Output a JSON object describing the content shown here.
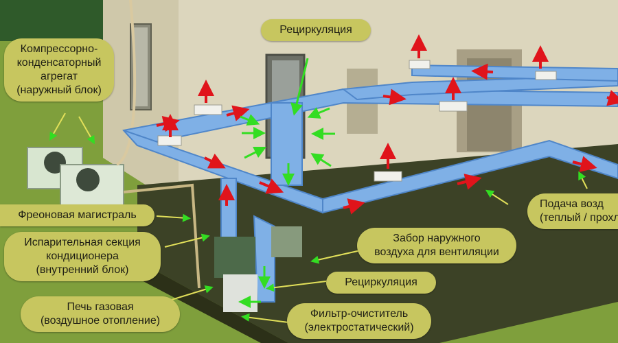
{
  "labels": {
    "recirc_top": "Рециркуляция",
    "outdoor_unit": [
      "Компрессорно-",
      "конденсаторный",
      "агрегат",
      "(наружный блок)"
    ],
    "freon_line": "Фреоновая магистраль",
    "evaporator": [
      "Испарительная секция",
      "кондиционера",
      "(внутренний блок)"
    ],
    "gas_furnace": [
      "Печь газовая",
      "(воздушное отопление)"
    ],
    "outside_air": [
      "Забор наружного",
      "воздуха для вентиляции"
    ],
    "recirc_bottom": "Рециркуляция",
    "filter": [
      "Фильтр-очиститель",
      "(электростатический)"
    ],
    "supply_air": [
      "Подача возд",
      "(теплый / прохл"
    ]
  },
  "colors": {
    "label_bg": "#c7c65f",
    "duct": "#7fb0e6",
    "duct_dark": "#4f86c9",
    "arrow_red": "#e0141b",
    "arrow_green": "#33dd22",
    "wall": "#dcd6bd",
    "floor": "#3c4226",
    "grass": "#7f9f3c"
  },
  "icons": [
    "outdoor-unit-icon",
    "fan-icon",
    "duct-icon",
    "vent-grille-icon",
    "window-icon",
    "door-icon",
    "airflow-arrow-icon"
  ]
}
